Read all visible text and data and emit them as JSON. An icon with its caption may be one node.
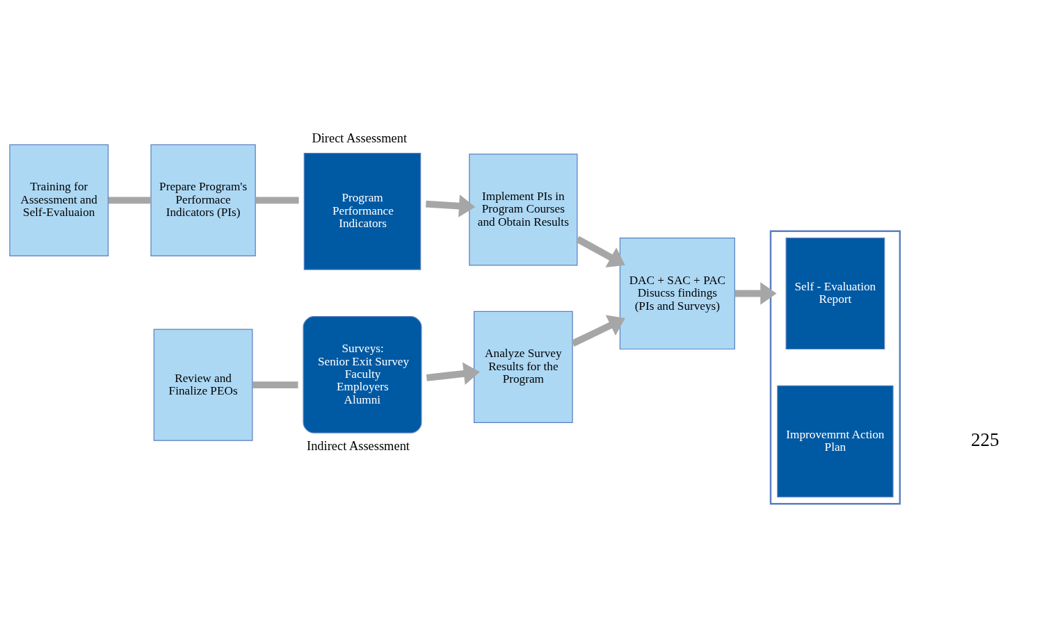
{
  "diagram": {
    "nodes": [
      {
        "text": [
          "Training for Assessment and Self-Evaluaion"
        ]
      },
      {
        "text": [
          "Prepare Program's Performace Indicators (PIs)"
        ]
      },
      {
        "text": [
          "Program Performance Indicators"
        ],
        "beside": [
          "Direct Assessment"
        ]
      },
      {
        "text": [
          "Implement PIs in Program Courses and Obtain Results"
        ]
      },
      {
        "text": [
          "DAC + SAC + PAC",
          "Disucss findings (PIs and Surveys)"
        ]
      },
      {
        "text": [
          "Review and Finalize PEOs"
        ]
      },
      {
        "text": [
          "Surveys:",
          "Senior Exit Survey",
          "Faculty",
          "Employers",
          "Alumni"
        ],
        "beside": [
          "Indirect Assessment"
        ]
      },
      {
        "text": [
          "Analyze Survey Results for the Program"
        ]
      },
      {
        "text": [],
        "shape": "box"
      },
      {
        "text": [
          "Self - Evaluation Report"
        ],
        "in": 8
      },
      {
        "text": [
          "Improvemrnt Action Plan"
        ],
        "in": 8
      }
    ],
    "edges": [
      {
        "from": 0,
        "to": 1,
        "arrow": "none"
      },
      {
        "from": 1,
        "to": 2,
        "arrow": "none"
      },
      {
        "from": 2,
        "to": 3,
        "arrow": "to"
      },
      {
        "from": 3,
        "to": 4,
        "arrow": "to"
      },
      {
        "from": 5,
        "to": 6,
        "arrow": "none"
      },
      {
        "from": 6,
        "to": 7,
        "arrow": "to"
      },
      {
        "from": 7,
        "to": 4,
        "arrow": "to"
      },
      {
        "from": 4,
        "to": 8,
        "arrow": "to"
      }
    ],
    "labels": [
      "225"
    ]
  }
}
